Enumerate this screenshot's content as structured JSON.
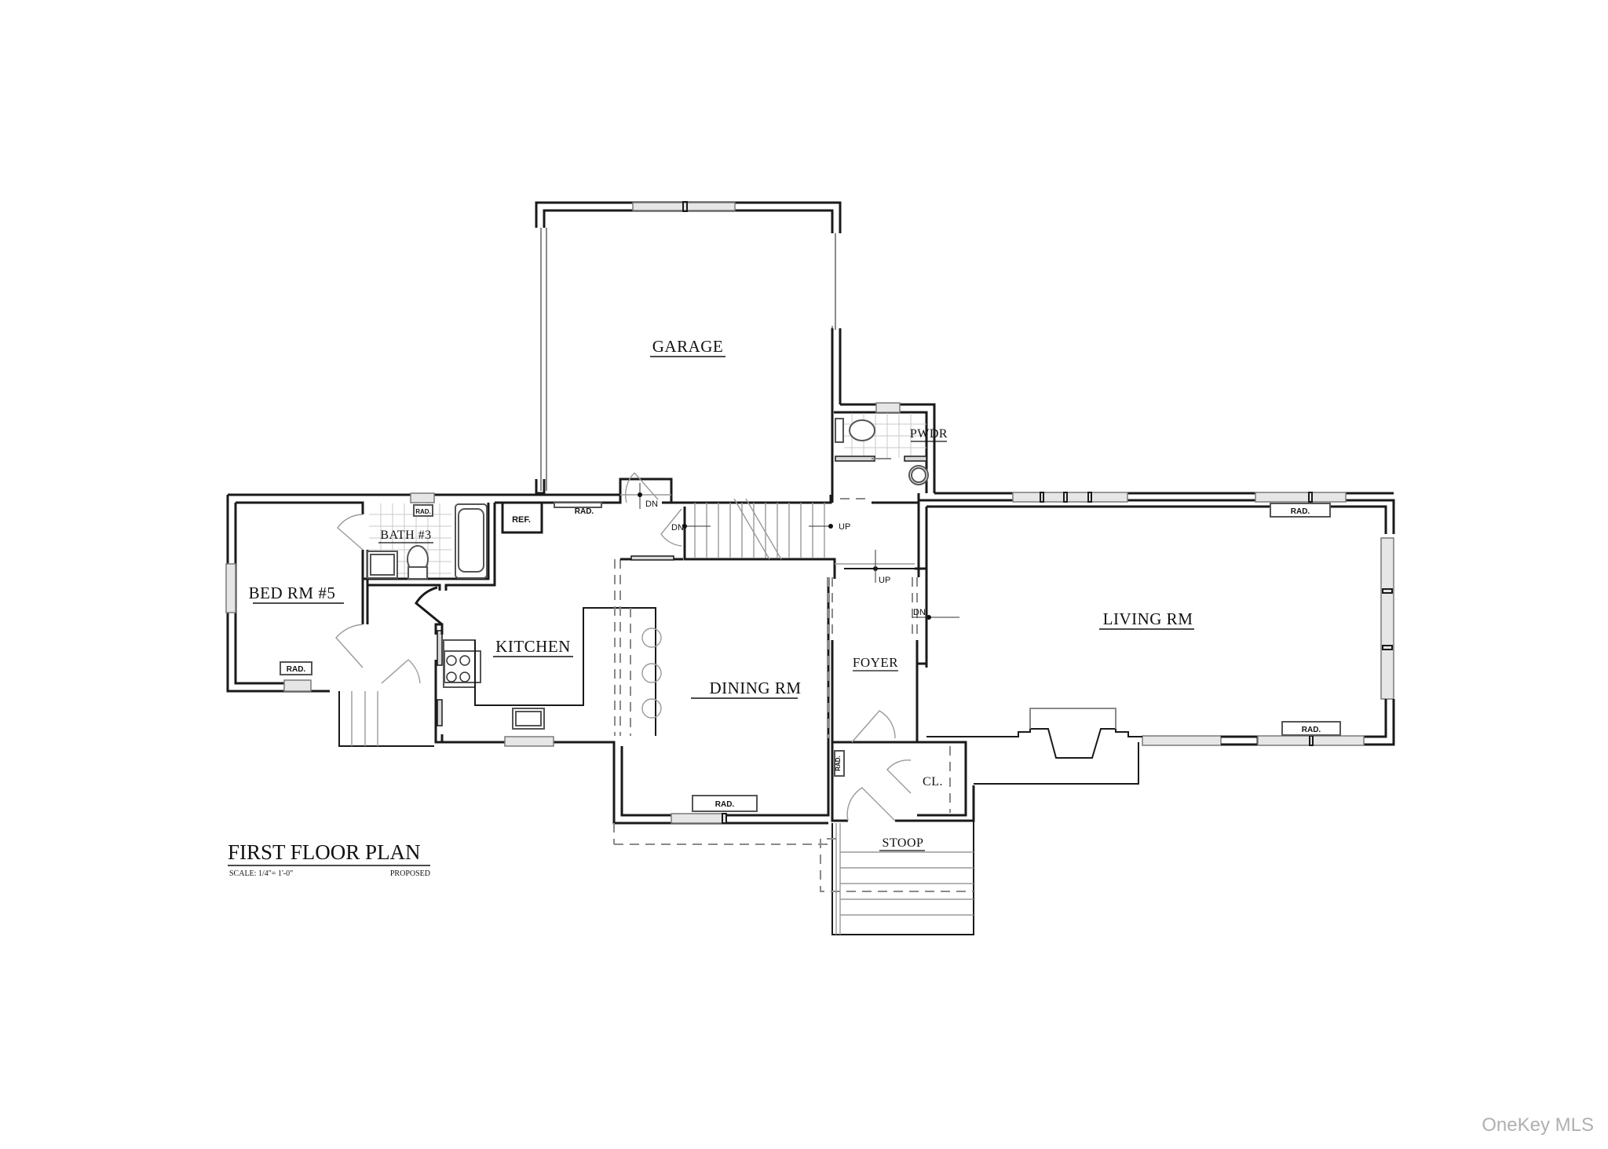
{
  "plan": {
    "title": "FIRST FLOOR PLAN",
    "scale": "SCALE: 1/4\"= 1'-0\"",
    "status": "PROPOSED"
  },
  "rooms": {
    "garage": "GARAGE",
    "pwdr": "PWDR",
    "bath3": "BATH #3",
    "bed5": "BED RM #5",
    "kitchen": "KITCHEN",
    "dining": "DINING RM",
    "foyer": "FOYER",
    "living": "LIVING RM",
    "closet": "CL.",
    "stoop": "STOOP"
  },
  "fixtures": {
    "radiator": "RAD.",
    "refrigerator": "REF."
  },
  "stair_labels": {
    "down": "DN",
    "up": "UP"
  },
  "colors": {
    "wall": "#1a1a1a",
    "window_fill": "#e6e6e6",
    "dashed": "#8a8a8a"
  },
  "watermark": "OneKey MLS"
}
